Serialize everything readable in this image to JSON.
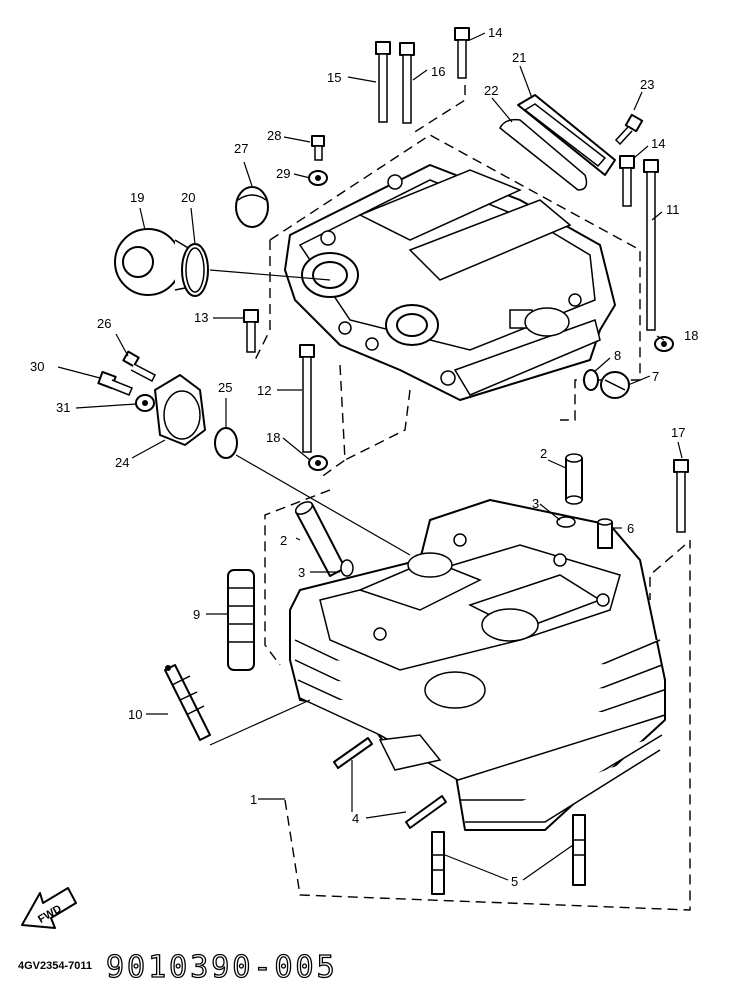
{
  "callouts": {
    "c1": "1",
    "c2a": "2",
    "c2b": "2",
    "c3a": "3",
    "c3b": "3",
    "c4": "4",
    "c5": "5",
    "c6": "6",
    "c7": "7",
    "c8": "8",
    "c9": "9",
    "c10": "10",
    "c11": "11",
    "c12": "12",
    "c13": "13",
    "c14a": "14",
    "c14b": "14",
    "c15": "15",
    "c16": "16",
    "c17": "17",
    "c18a": "18",
    "c18b": "18",
    "c19": "19",
    "c20": "20",
    "c21": "21",
    "c22": "22",
    "c23": "23",
    "c24": "24",
    "c25": "25",
    "c26": "26",
    "c27": "27",
    "c28": "28",
    "c29": "29",
    "c30": "30",
    "c31": "31"
  },
  "fwd_label": "FWD",
  "ref_code": "4GV2354-7011",
  "catalog_code": "9010390-005",
  "icons": [
    "fwd-arrow-icon"
  ]
}
